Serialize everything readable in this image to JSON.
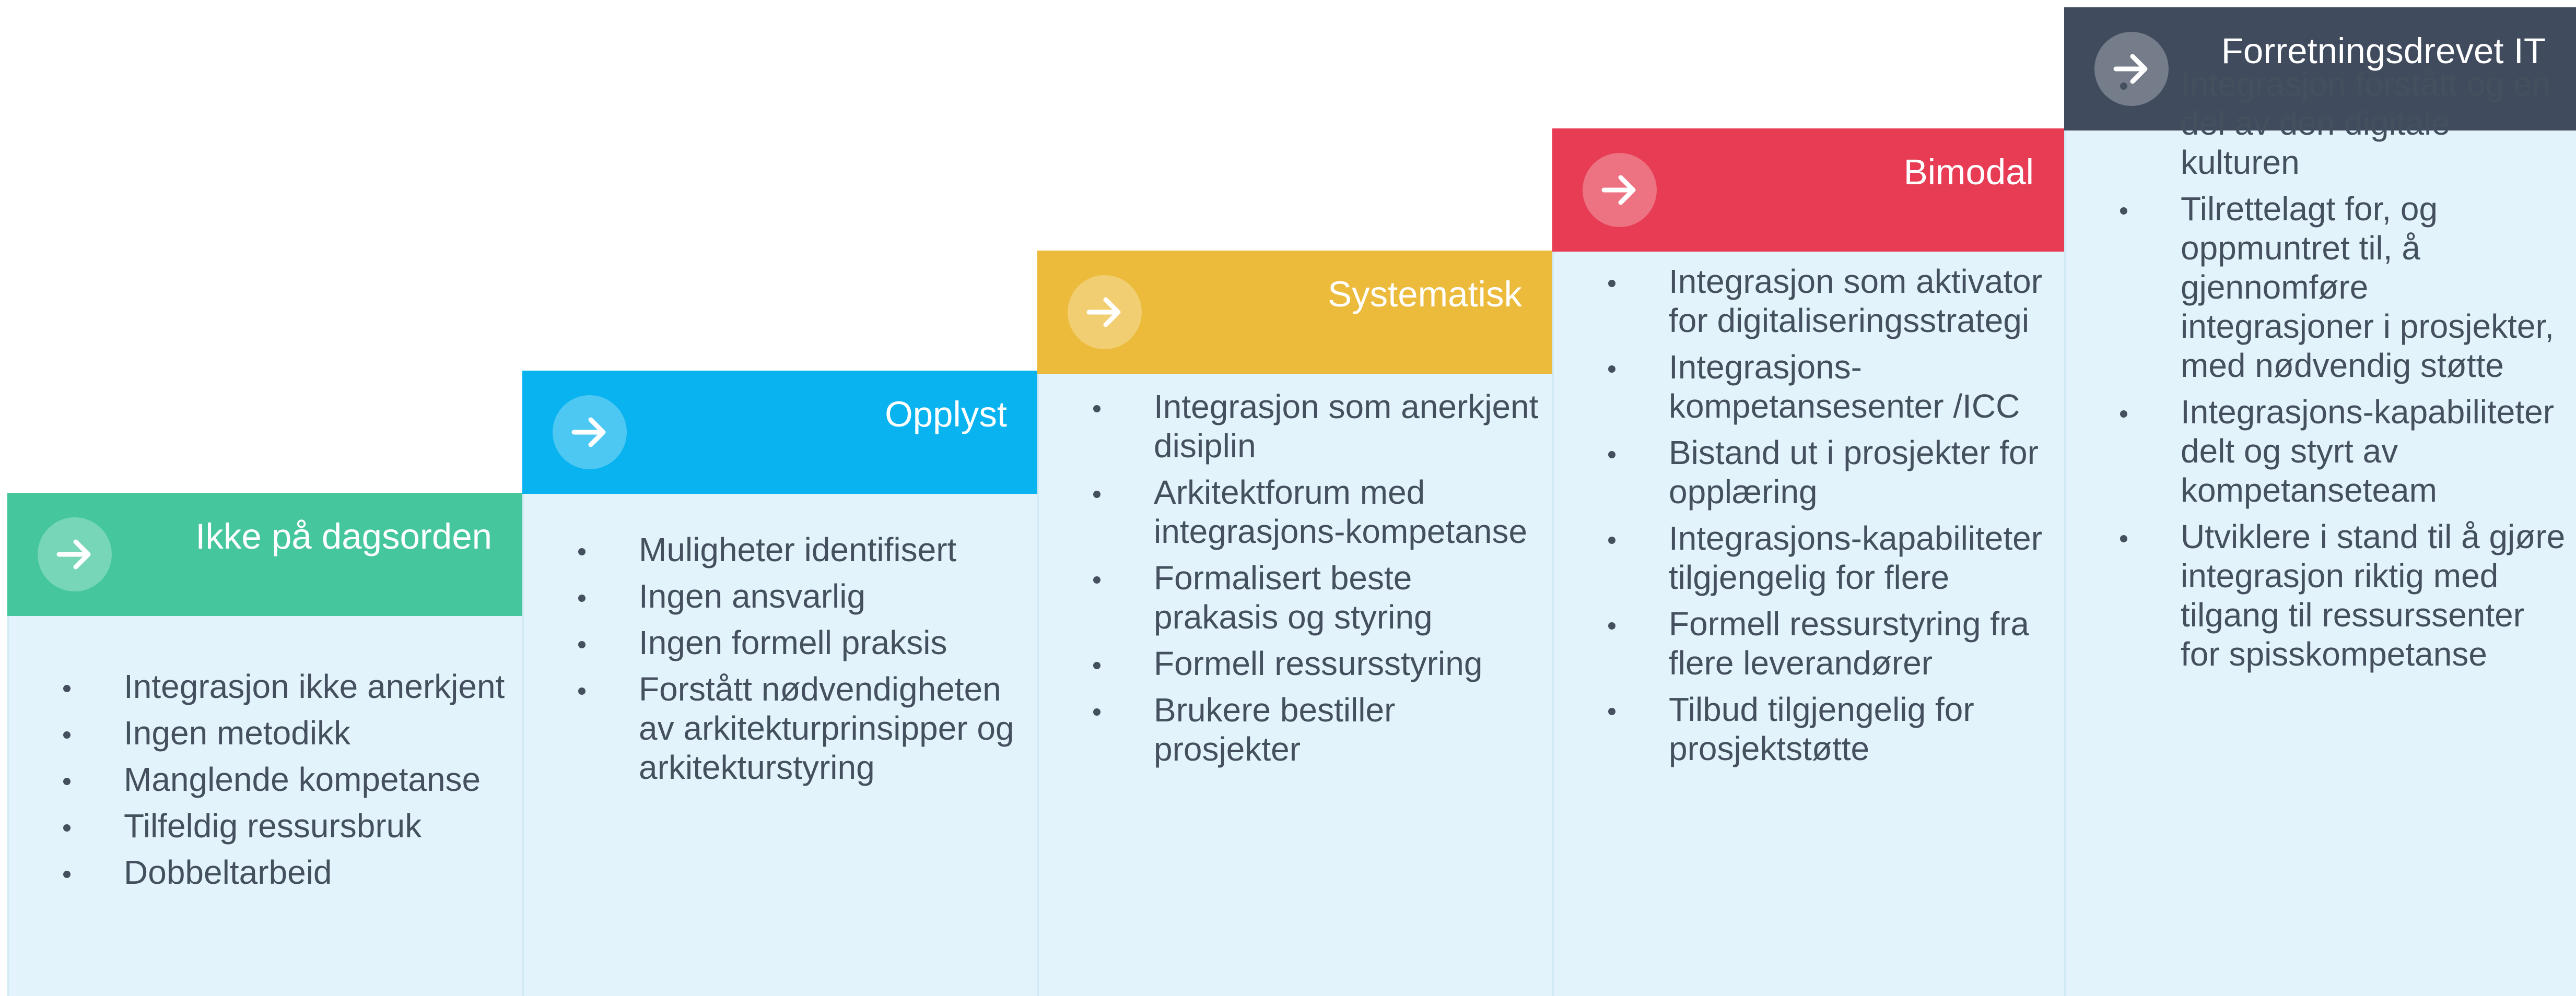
{
  "steps": [
    {
      "title": "Ikke på dagsorden",
      "icon": "arrow-right-icon",
      "color": "#45c69d",
      "items": [
        "Integrasjon ikke anerkjent",
        "Ingen metodikk",
        "Manglende kompetanse",
        "Tilfeldig ressursbruk",
        "Dobbeltarbeid"
      ]
    },
    {
      "title": "Opplyst",
      "icon": "arrow-right-icon",
      "color": "#09b3ef",
      "items": [
        "Muligheter identifisert",
        "Ingen ansvarlig",
        "Ingen formell praksis",
        "Forstått nødvendigheten av arkitekturprinsipper og arkitekturstyring"
      ]
    },
    {
      "title": "Systematisk",
      "icon": "arrow-right-icon",
      "color": "#ecbb3c",
      "items": [
        "Integrasjon som anerkjent disiplin",
        "Arkitektforum med integrasjons-kompetanse",
        "Formalisert beste prakasis og styring",
        "Formell ressursstyring",
        "Brukere bestiller prosjekter"
      ]
    },
    {
      "title": "Bimodal",
      "icon": "arrow-right-icon",
      "color": "#e73c53",
      "items": [
        "Integrasjon som aktivator for digitaliseringsstrategi",
        "Integrasjons-kompetansesenter /ICC",
        "Bistand ut i prosjekter for opplæring",
        "Integrasjons-kapabiliteter tilgjengelig for flere",
        "Formell ressurstyring fra flere leverandører",
        "Tilbud tilgjengelig for prosjektstøtte"
      ]
    },
    {
      "title": "Forretningsdrevet IT",
      "icon": "arrow-right-icon",
      "color": "#404b5e",
      "items": [
        "Integrasjon forstått og en del av den digitale kulturen",
        "Tilrettelagt for, og oppmuntret til, å gjennomføre integrasjoner i prosjekter, med nødvendig støtte",
        "Integrasjons-kapabiliteter delt og styrt av kompetanseteam",
        "Utviklere i stand til å gjøre integrasjon riktig med tilgang til ressurssenter for spisskompetanse"
      ]
    }
  ]
}
